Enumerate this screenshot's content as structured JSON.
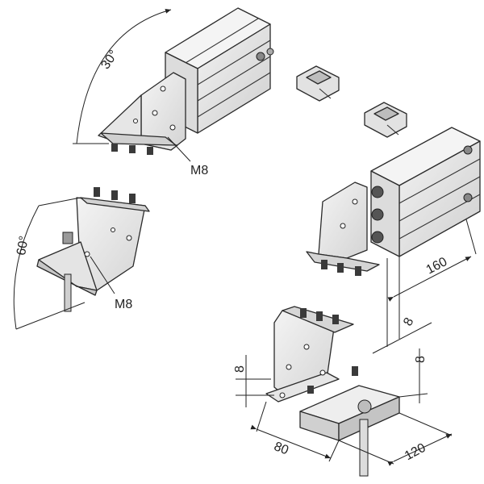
{
  "labels": {
    "angle_top": "30°",
    "angle_left": "60°",
    "thread_top": "M8",
    "thread_left": "M8",
    "dim_profile": "160",
    "dim_offset_top": "8",
    "dim_offset_right": "8",
    "dim_offset_left": "8",
    "dim_width_left": "80",
    "dim_width_right": "120"
  },
  "colors": {
    "line": "#2a2a2a",
    "plate_light": "#ececec",
    "plate_mid": "#d8d8d8",
    "plate_dark": "#b8b8b8",
    "bolt": "#3a3a3a"
  }
}
